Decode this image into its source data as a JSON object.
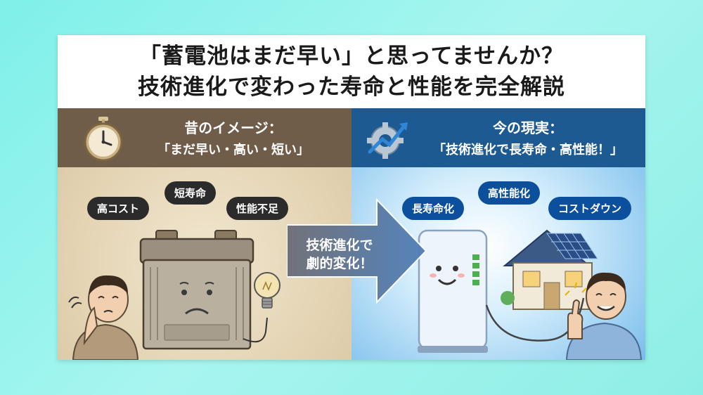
{
  "headline": {
    "line1": "「蓄電池はまだ早い」と思ってませんか？",
    "line2": "技術進化で変わった寿命と性能を完全解説"
  },
  "left": {
    "title": "昔のイメージ：",
    "subtitle": "「まだ早い・高い・短い」",
    "tags": [
      "高コスト",
      "短寿命",
      "性能不足"
    ]
  },
  "arrow": {
    "line1": "技術進化で",
    "line2": "劇的変化！"
  },
  "right": {
    "title": "今の現実：",
    "subtitle": "「技術進化で長寿命・高性能！」",
    "tags": [
      "長寿命化",
      "高性能化",
      "コストダウン"
    ]
  },
  "colors": {
    "old_band": "#6f5d49",
    "new_band": "#1d5a92",
    "arrow": "#5f7fa8",
    "background": "#8eeee6"
  },
  "icons": [
    "clock-icon",
    "gear-up-arrow-icon",
    "lightbulb-icon",
    "old-battery-illustration",
    "home-battery-illustration",
    "house-with-solar-icon",
    "worried-man-illustration",
    "thumbs-up-man-illustration"
  ]
}
